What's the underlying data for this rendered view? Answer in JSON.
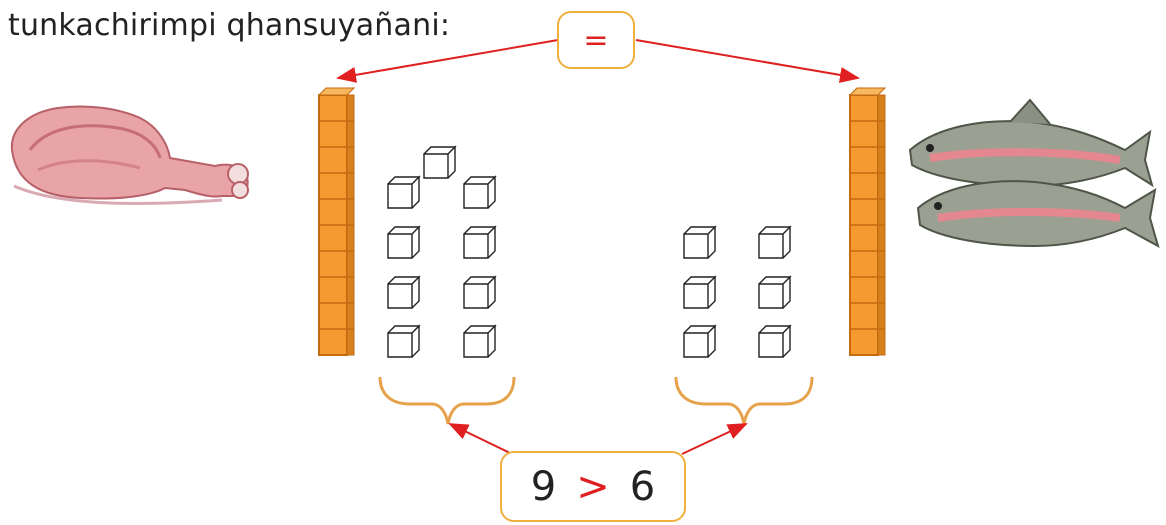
{
  "caption": "tunkachirimpi qhansuyañani:",
  "equal_sign": "=",
  "comparison": {
    "left": "9",
    "sign": ">",
    "right": "6"
  },
  "colors": {
    "accent_red": "#e02020",
    "box_border": "#f0b040",
    "bar_orange": "#f59a2e",
    "brace": "#e6a24a"
  },
  "counts": {
    "left_group_cubes": 9,
    "right_group_cubes": 6,
    "bar_units": 10
  },
  "images": {
    "left": "raw-meat-leg",
    "right": "two-trout-fish"
  }
}
